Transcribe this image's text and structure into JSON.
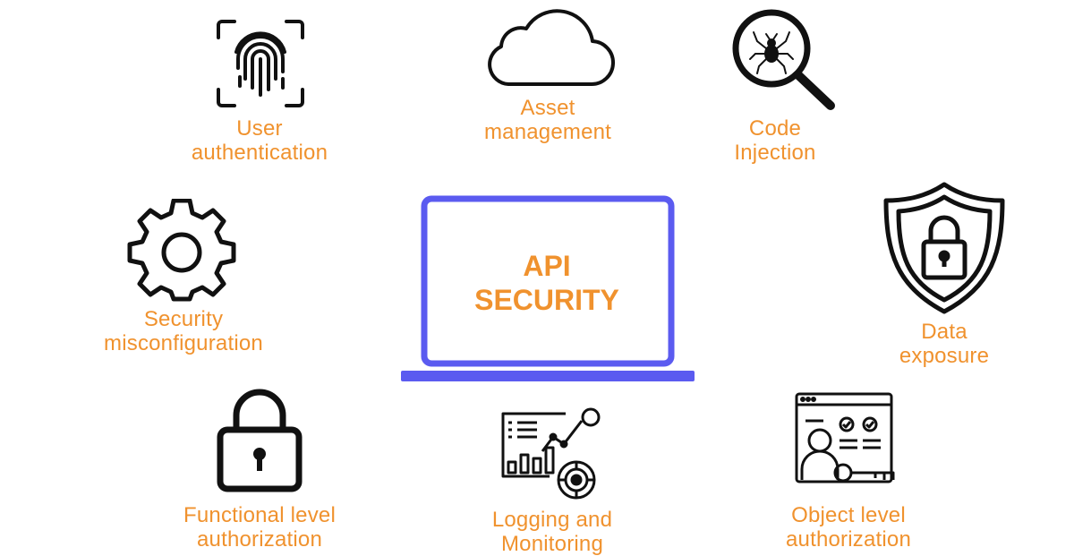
{
  "colors": {
    "accent": "#f0922e",
    "laptop": "#5b5bf0",
    "icon": "#111111"
  },
  "center": {
    "title_line1": "API",
    "title_line2": "SECURITY",
    "icon": "laptop-icon"
  },
  "items": [
    {
      "icon": "fingerprint-icon",
      "line1": "User",
      "line2": "authentication"
    },
    {
      "icon": "cloud-icon",
      "line1": "Asset",
      "line2": "management"
    },
    {
      "icon": "magnifier-bug-icon",
      "line1": "Code",
      "line2": "Injection"
    },
    {
      "icon": "gear-icon",
      "line1": "Security",
      "line2": "misconfiguration"
    },
    {
      "icon": "shield-lock-icon",
      "line1": "Data",
      "line2": "exposure"
    },
    {
      "icon": "padlock-icon",
      "line1": "Functional level",
      "line2": "authorization"
    },
    {
      "icon": "analytics-icon",
      "line1": "Logging and",
      "line2": "Monitoring"
    },
    {
      "icon": "user-key-icon",
      "line1": "Object level",
      "line2": "authorization"
    }
  ]
}
